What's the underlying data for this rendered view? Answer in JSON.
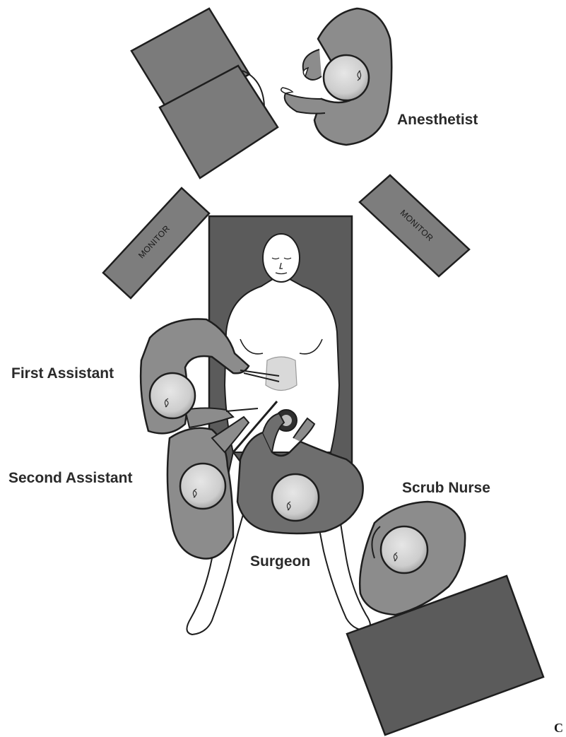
{
  "labels": {
    "anesthetist": "Anesthetist",
    "first_assistant": "First Assistant",
    "second_assistant": "Second Assistant",
    "scrub_nurse": "Scrub Nurse",
    "surgeon": "Surgeon"
  },
  "monitors": {
    "left": "MONITOR",
    "right": "MONITOR"
  },
  "panel_letter": "C",
  "colors": {
    "table": "#5b5b5b",
    "staff_body": "#8c8c8c",
    "staff_dark": "#6e6e6e",
    "equipment": "#7d7d7d",
    "cap": "#cfcfcf",
    "skin": "#ffffff",
    "outline": "#1e1e1e"
  }
}
